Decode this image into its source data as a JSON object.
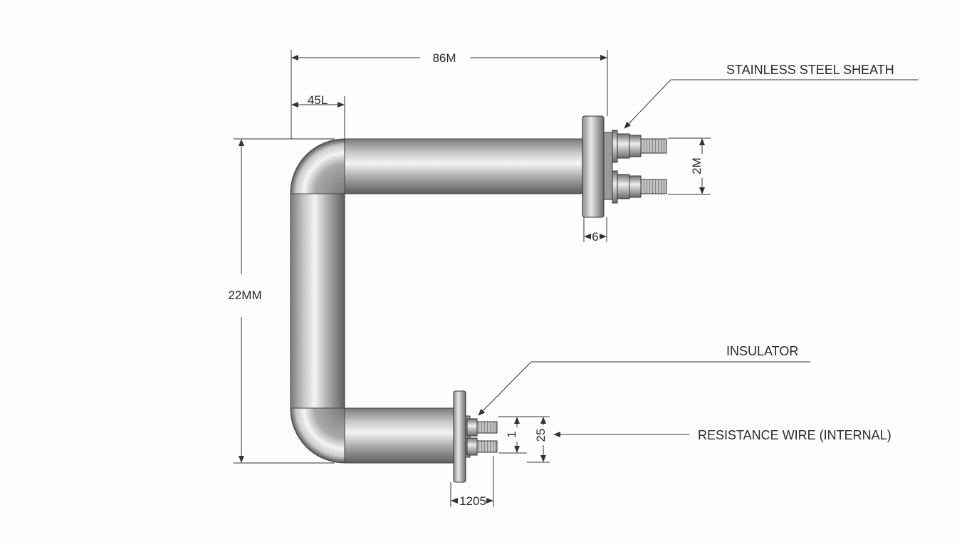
{
  "dimensions": {
    "overall_length": "86M",
    "bend_offset": "45L",
    "overall_height": "22MM",
    "terminal_spacing_top": "2M",
    "flange_thickness": "6",
    "terminal_spacing_bottom_inner": "1",
    "terminal_spacing_bottom_outer": "25",
    "terminal_length_bottom": "1205"
  },
  "callouts": {
    "sheath": "STAINLESS STEEL SHEATH",
    "insulator": "INSULATOR",
    "resistance_wire": "RESISTANCE WIRE (INTERNAL)"
  },
  "colors": {
    "line": "#333333",
    "metal_dark": "#6b6b6b",
    "metal_light": "#f2f2f2",
    "background": "#fdfdfd"
  }
}
